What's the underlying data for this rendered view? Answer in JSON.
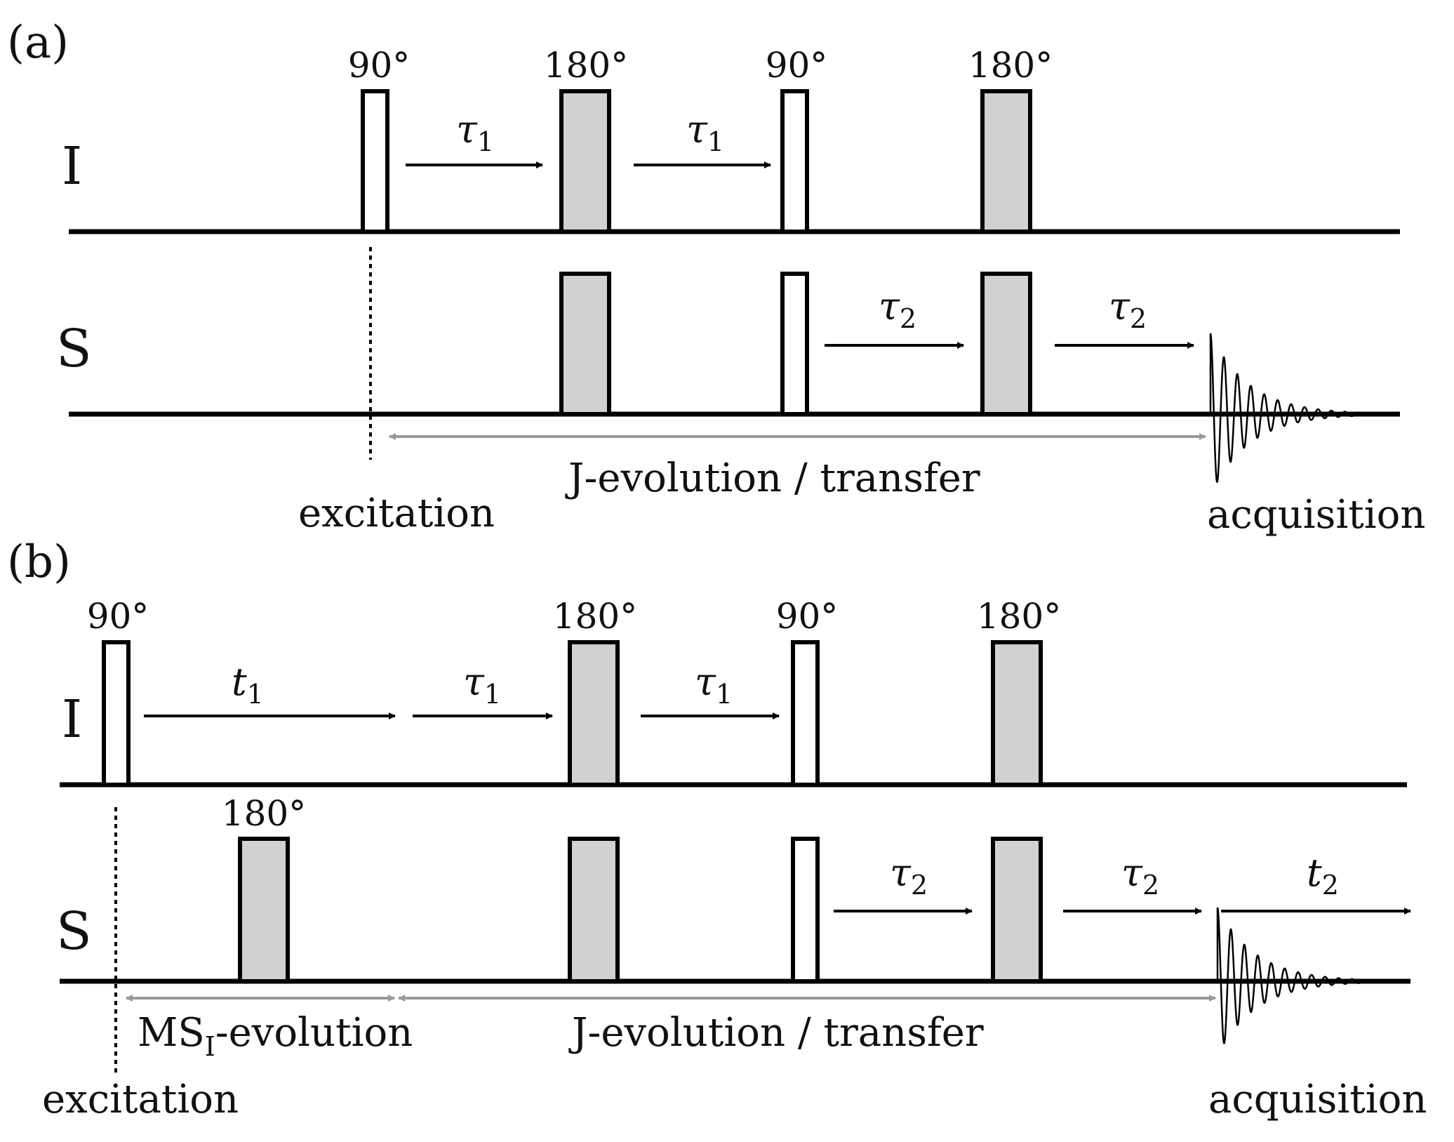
{
  "colors": {
    "pulse_fill_180": "#d2d0d1",
    "pulse_fill_90": "#ffffff",
    "line": "#000000",
    "span_arrow": "#999999"
  },
  "panel_a": {
    "label": "(a)",
    "channel_I": "I",
    "channel_S": "S",
    "pulses_I": [
      "90°",
      "180°",
      "90°",
      "180°"
    ],
    "delays_I": [
      {
        "sym": "τ",
        "sub": "1"
      },
      {
        "sym": "τ",
        "sub": "1"
      }
    ],
    "delays_S": [
      {
        "sym": "τ",
        "sub": "2"
      },
      {
        "sym": "τ",
        "sub": "2"
      }
    ],
    "span": "J-evolution / transfer",
    "excitation": "excitation",
    "acquisition": "acquisition"
  },
  "panel_b": {
    "label": "(b)",
    "channel_I": "I",
    "channel_S": "S",
    "pulses_I": [
      "90°",
      "180°",
      "90°",
      "180°"
    ],
    "pulse_S_first": "180°",
    "delays_I": [
      {
        "sym": "t",
        "sub": "1"
      },
      {
        "sym": "τ",
        "sub": "1"
      },
      {
        "sym": "τ",
        "sub": "1"
      }
    ],
    "delays_S": [
      {
        "sym": "τ",
        "sub": "2"
      },
      {
        "sym": "τ",
        "sub": "2"
      },
      {
        "sym": "t",
        "sub": "2"
      }
    ],
    "span_ms": {
      "main": "MS",
      "sub": "I",
      "rest": "-evolution"
    },
    "span": "J-evolution / transfer",
    "excitation": "excitation",
    "acquisition": "acquisition"
  }
}
